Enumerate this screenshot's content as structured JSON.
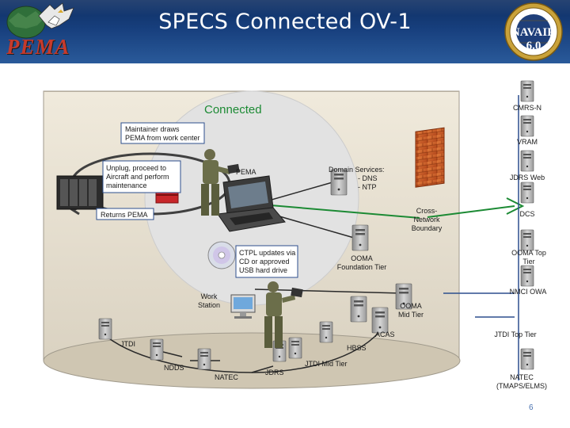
{
  "header": {
    "title": "SPECS Connected OV-1",
    "logo_left_text": "PEMA",
    "seal_text": "NAVAIR 6.0"
  },
  "diagram": {
    "section_title": "Connected",
    "notes": {
      "maintainer": "Maintainer draws PEMA from work center",
      "unplug": "Unplug, proceed to Aircraft and perform maintenance",
      "returns": "Returns PEMA",
      "pema": "PEMA",
      "domain_services_title": "Domain Services:",
      "domain_services_1": "- DNS",
      "domain_services_2": "- NTP",
      "cross_network": "Cross-Network Boundary",
      "ctpl": "CTPL updates via CD or approved USB hard drive",
      "work_station": "Work Station",
      "ooma_foundation": "OOMA Foundation Tier",
      "ooma_mid": "OOMA Mid Tier",
      "acas": "ACAS",
      "hbss": "HBSS",
      "jtdi": "JTDI",
      "ndds": "NDDS",
      "natec": "NATEC",
      "jdrs": "JDRS",
      "jtdi_mid": "JTDI Mid Tier"
    },
    "right_systems": [
      "CMRS-N",
      "VRAM",
      "JDRS Web",
      "DCS",
      "OOMA Top Tier",
      "NMCI OWA",
      "JTDI Top Tier",
      "NATEC (TMAPS/ELMS)"
    ]
  },
  "footer": {
    "page_number": "6"
  },
  "colors": {
    "header": "#173f7d",
    "connected_green": "#1c8a34",
    "firewall": "#c85a20"
  }
}
